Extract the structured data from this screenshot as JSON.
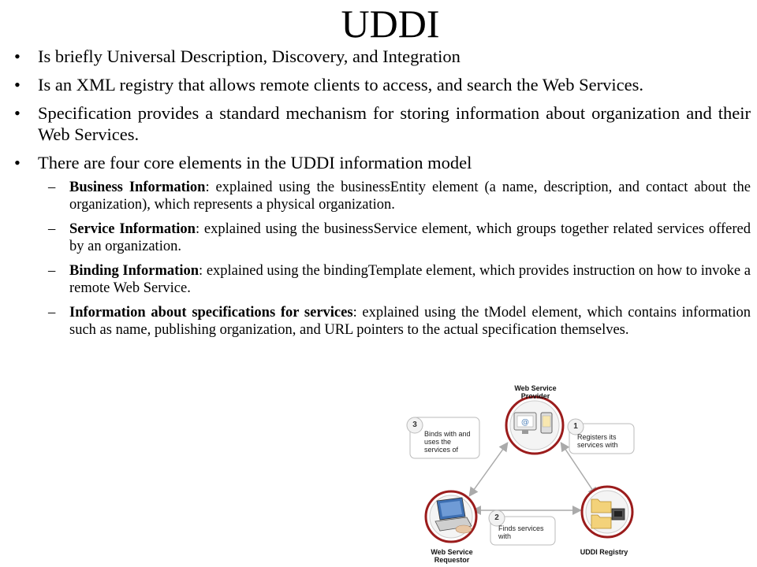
{
  "slide": {
    "title": "UDDI",
    "bullets": [
      "Is briefly Universal Description, Discovery, and Integration",
      "Is an XML registry that allows remote clients to access, and search the Web Services.",
      "Specification provides a standard mechanism for storing information about organization and their Web Services.",
      "There are four core elements in the UDDI information model"
    ],
    "bullet_symbol": "•",
    "dash_symbol": "–",
    "sub_items": [
      {
        "term": "Business Information",
        "text": ": explained using the businessEntity element (a name, description, and contact about the organization), which represents a physical organization."
      },
      {
        "term": "Service Information",
        "text": ": explained using the businessService element, which groups together related services offered by an organization."
      },
      {
        "term": "Binding Information",
        "text": ": explained using the bindingTemplate element, which provides instruction on how to invoke a remote Web Service."
      },
      {
        "term": "Information about specifications for services",
        "text": ": explained using the tModel element, which contains information such as name, publishing organization, and URL pointers to the actual specification themselves."
      }
    ]
  },
  "diagram": {
    "provider_label": "Web Service\nProvider",
    "requestor_label": "Web Service\nRequestor",
    "registry_label": "UDDI Registry",
    "step1_number": "1",
    "step1_text": "Registers its\nservices with",
    "step2_number": "2",
    "step2_text": "Finds services\nwith",
    "step3_number": "3",
    "step3_text": "Binds with and\nuses the\nservices of",
    "circle_color": "#9b1c1c",
    "arrow_color": "#aaaaaa"
  }
}
